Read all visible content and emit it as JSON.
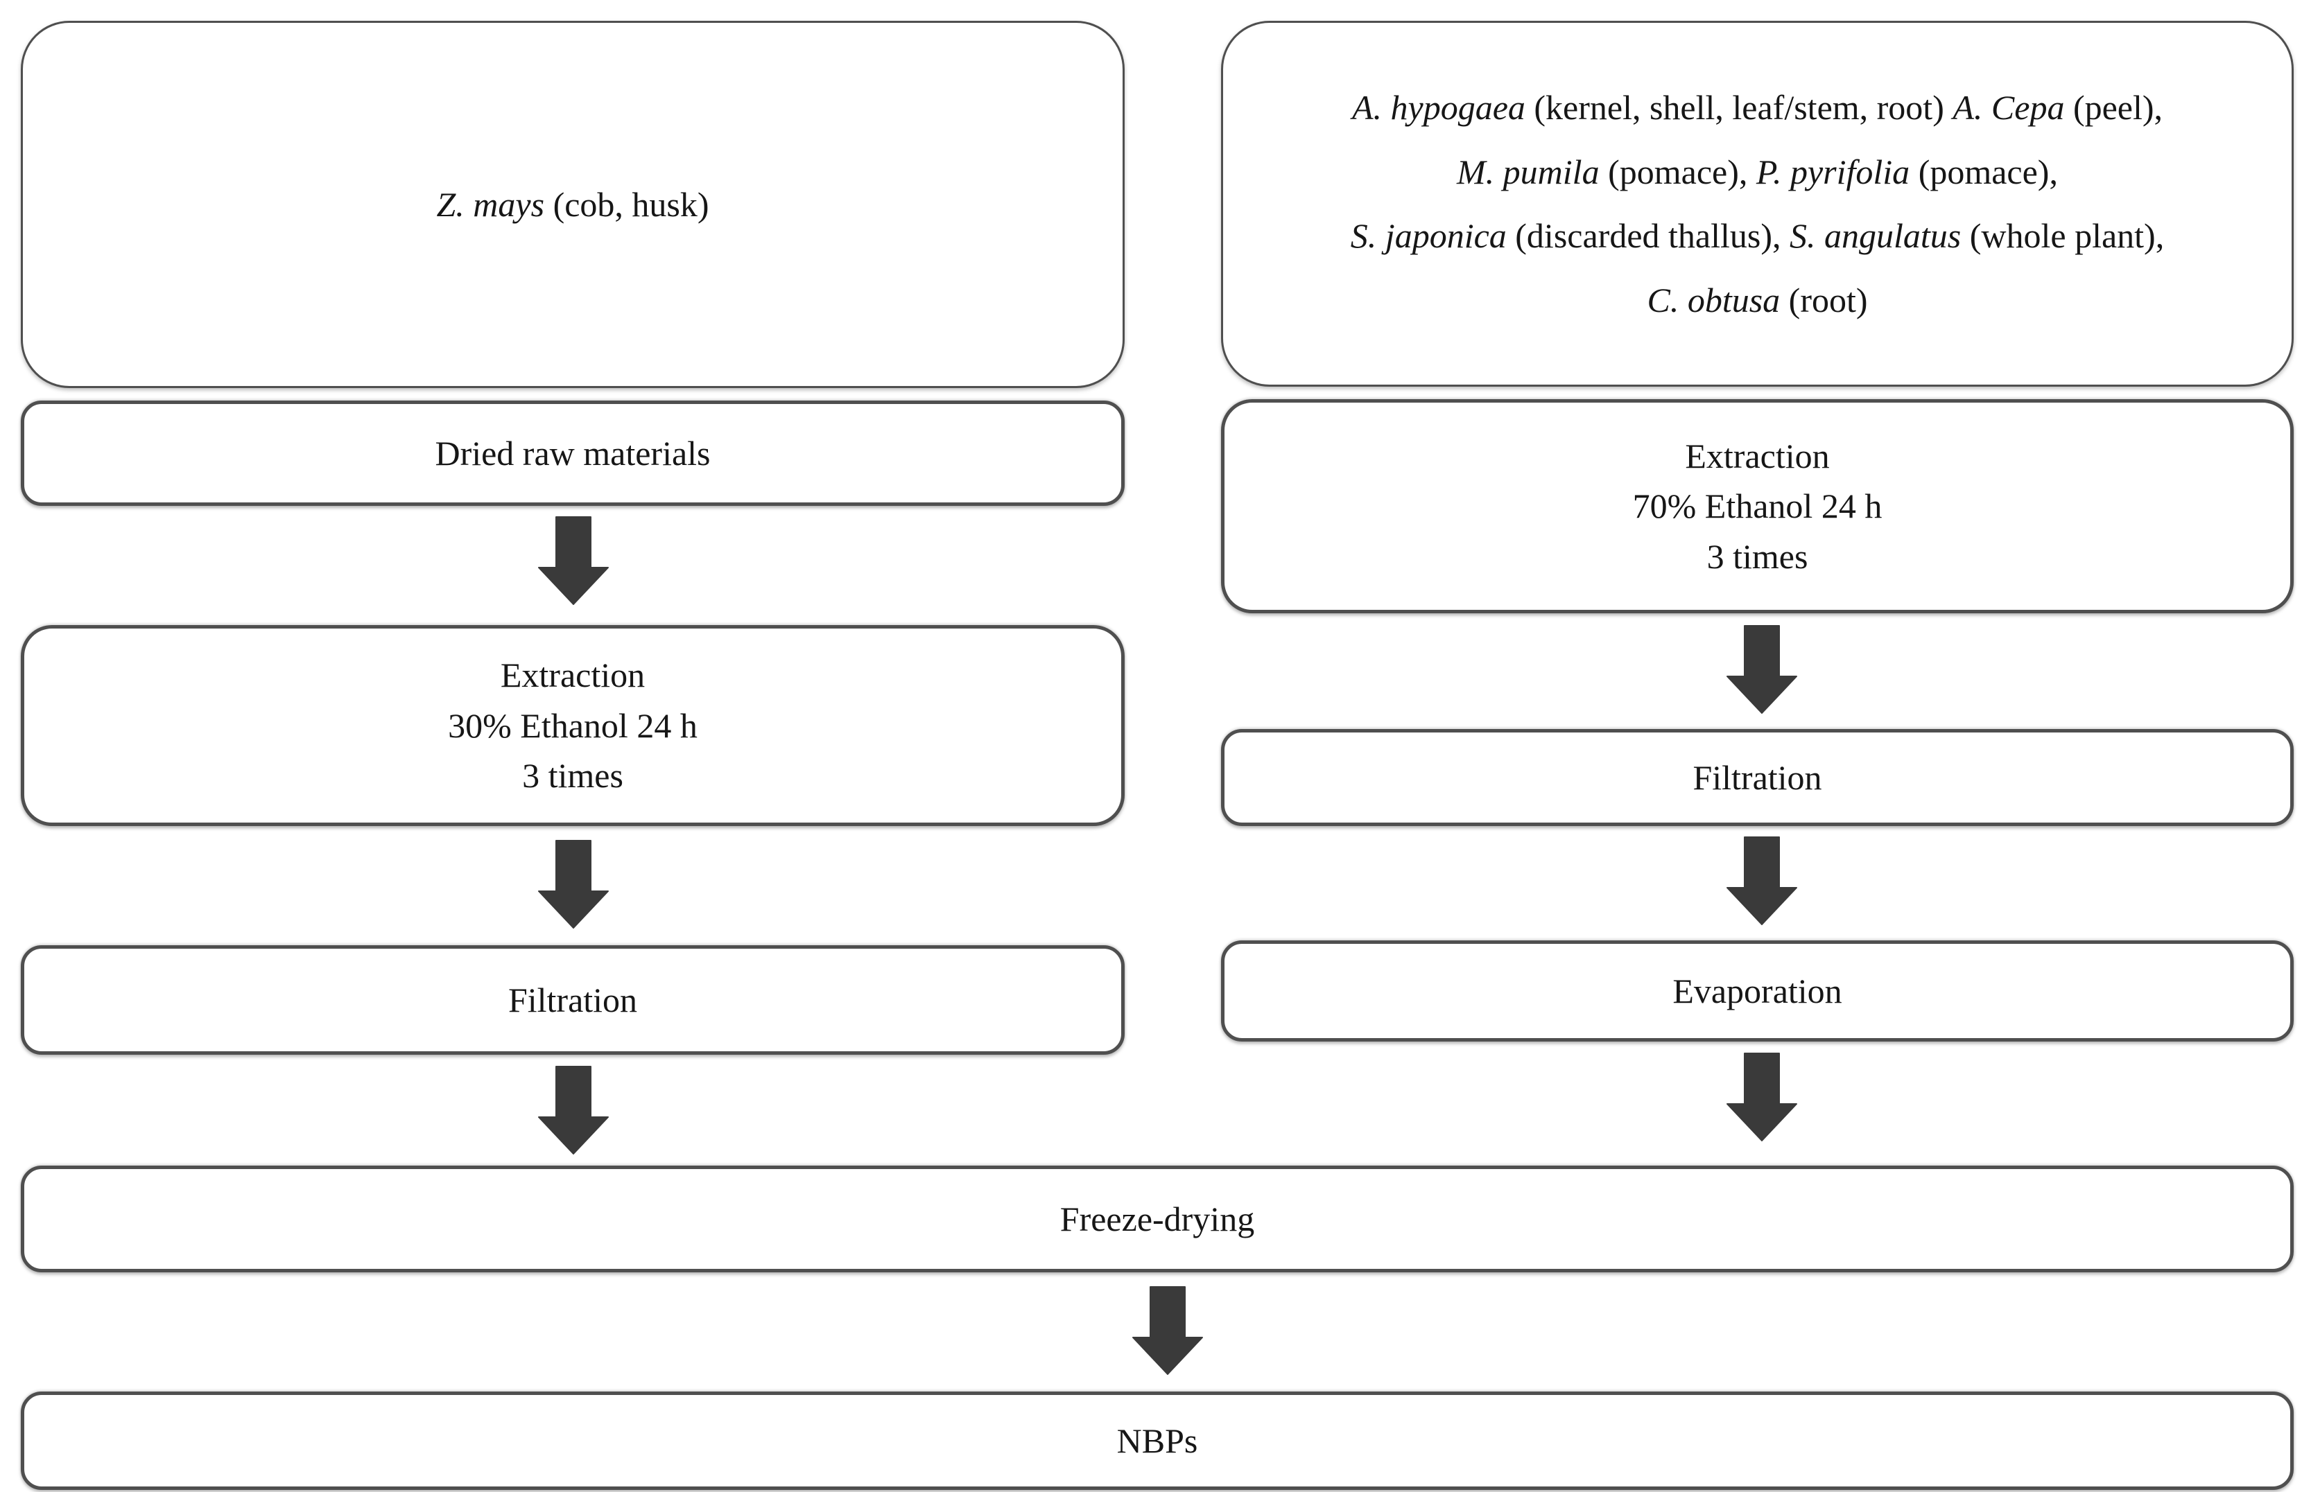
{
  "colors": {
    "background": "#ffffff",
    "box-fill": "#ffffff",
    "box-border": "#4f4f4f",
    "arrow": "#3a3a3a",
    "text": "#161616"
  },
  "icons": {
    "flow_arrow": "arrow-down-icon"
  },
  "diagram": {
    "left": {
      "source": {
        "lines": [
          [
            {
              "t": "Z. mays",
              "i": true
            },
            {
              "t": " (cob, husk)"
            }
          ]
        ]
      },
      "dried": {
        "lines": [
          [
            {
              "t": "Dried raw materials"
            }
          ]
        ]
      },
      "extraction": {
        "lines": [
          [
            {
              "t": "Extraction"
            }
          ],
          [
            {
              "t": "30% Ethanol 24 h"
            }
          ],
          [
            {
              "t": "3 times"
            }
          ]
        ]
      },
      "filtration": {
        "lines": [
          [
            {
              "t": "Filtration"
            }
          ]
        ]
      }
    },
    "right": {
      "source": {
        "lines": [
          [
            {
              "t": "A. hypogaea",
              "i": true
            },
            {
              "t": " (kernel, shell, leaf/stem, root) "
            },
            {
              "t": "A. Cepa",
              "i": true
            },
            {
              "t": " (peel),"
            }
          ],
          [
            {
              "t": "M. pumila",
              "i": true
            },
            {
              "t": " (pomace), "
            },
            {
              "t": "P. pyrifolia",
              "i": true
            },
            {
              "t": " (pomace),"
            }
          ],
          [
            {
              "t": "S. japonica",
              "i": true
            },
            {
              "t": " (discarded thallus), "
            },
            {
              "t": "S. angulatus",
              "i": true
            },
            {
              "t": " (whole plant),"
            }
          ],
          [
            {
              "t": "C. obtusa",
              "i": true
            },
            {
              "t": " (root)"
            }
          ]
        ]
      },
      "extraction": {
        "lines": [
          [
            {
              "t": "Extraction"
            }
          ],
          [
            {
              "t": "70% Ethanol 24 h"
            }
          ],
          [
            {
              "t": "3 times"
            }
          ]
        ]
      },
      "filtration": {
        "lines": [
          [
            {
              "t": "Filtration"
            }
          ]
        ]
      },
      "evaporation": {
        "lines": [
          [
            {
              "t": "Evaporation"
            }
          ]
        ]
      }
    },
    "bottom": {
      "freeze_drying": {
        "lines": [
          [
            {
              "t": "Freeze-drying"
            }
          ]
        ]
      },
      "nbps": {
        "lines": [
          [
            {
              "t": "NBPs"
            }
          ]
        ]
      }
    }
  }
}
